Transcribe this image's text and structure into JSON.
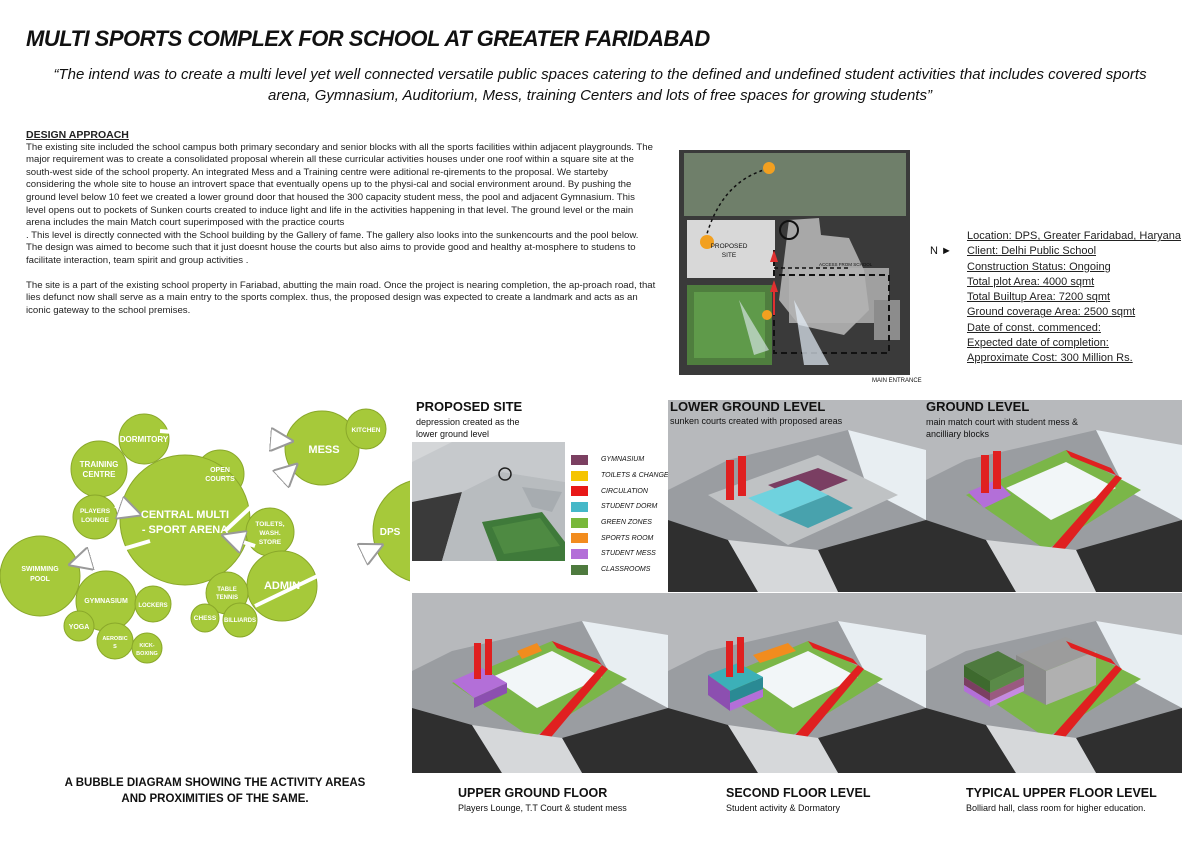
{
  "page": {
    "title": "MULTI SPORTS COMPLEX  FOR SCHOOL AT GREATER FARIDABAD",
    "quote_line1": "“The intend was to create a multi level yet well connected versatile public spaces catering to the defined and undefined student  activities that includes covered sports",
    "quote_line2": "arena, Gymnasium, Auditorium, Mess, training Centers and lots of free spaces for  growing students”"
  },
  "design_approach": {
    "heading": "DESIGN APPROACH",
    "para1": "The existing site included the school campus both primary secondary and senior blocks with all the sports facilities within adjacent playgrounds. The major requirement was to create a consolidated proposal wherein all these curricular activities houses under one roof within a square site at the south-west side of the school property. An integrated Mess and a Training centre were aditional re-qirements to the proposal. We starteby considering the whole site to house an introvert space that eventually opens up to the physi-cal and social environment around. By pushing the ground level below 10 feet we created a lower ground door that housed the 300 capacity student mess, the pool and adjacent Gymnasium. This level opens out to pockets of Sunken courts created to induce light and life in the activities happening in that level. The ground level or the main arena includes the main Match court superimposed with the practice courts",
    "para2": ". This level is directly connected with the School building by the Gallery of fame. The gallery also looks into the sunkencourts and the pool below. The design was aimed to become such that it just doesnt house the courts but also aims to provide good and healthy at-mosphere to studens to facilitate interaction, team spirit and group activities .",
    "para3": "The site is a part of the existing school property in Fariabad, abutting the main road. Once the project is nearing completion, the ap-proach road, that lies defunct now shall serve as a main entry to the sports complex. thus, the proposed design was expected to create a landmark and acts as an iconic gateway to the school premises."
  },
  "site_plan": {
    "proposed_site_line1": "PROPOSED",
    "proposed_site_line2": "SITE",
    "access_label": "ACCESS FROM SCHOOL",
    "north_label": "N ►",
    "main_entrance": "MAIN ENTRANCE"
  },
  "project_info": [
    "Location: DPS, Greater Faridabad, Haryana",
    "Client: Delhi Public School",
    "Construction Status: Ongoing",
    "Total plot Area: 4000 sqmt",
    "Total Builtup Area: 7200 sqmt",
    "Ground coverage Area: 2500 sqmt",
    "Date of const. commenced:",
    "Expected date of completion:",
    "Approximate Cost: 300 Million Rs."
  ],
  "bubble_diagram": {
    "caption_line1": "A BUBBLE DIAGRAM SHOWING THE ACTIVITY AREAS",
    "caption_line2": "AND PROXIMITIES OF THE SAME.",
    "bubbles": {
      "dormitory": "DORMITORY",
      "training1": "TRAINING",
      "training2": "CENTRE",
      "players1": "PLAYERS",
      "players2": "LOUNGE",
      "open1": "OPEN",
      "open2": "COURTS",
      "central1": "CENTRAL MULTI",
      "central2": "- SPORT ARENA",
      "mess": "MESS",
      "kitchen": "KITCHEN",
      "dps": "DPS",
      "toilets1": "TOILETS,",
      "toilets2": "WASH.",
      "toilets3": "STORE",
      "admin": "ADMIN",
      "swimming1": "SWIMMING",
      "swimming2": "POOL",
      "gymnasium": "GYMNASIUM",
      "lockers": "LOCKERS",
      "table1": "TABLE",
      "table2": "TENNIS",
      "chess": "CHESS",
      "billiards": "BILLIARDS",
      "yoga": "YOGA",
      "aerobics1": "AEROBIC",
      "aerobics2": "S",
      "kick1": "KICK-",
      "kick2": "BOXING"
    }
  },
  "legend": [
    {
      "label": "GYMNASIUM",
      "color": "#7b3f61"
    },
    {
      "label": "TOILETS & CHANGE",
      "color": "#f5c400"
    },
    {
      "label": "CIRCULATION",
      "color": "#e81818"
    },
    {
      "label": "STUDENT DORM",
      "color": "#45b8c8"
    },
    {
      "label": "GREEN ZONES",
      "color": "#78b83a"
    },
    {
      "label": "SPORTS ROOM",
      "color": "#f28c1e"
    },
    {
      "label": "STUDENT MESS",
      "color": "#b36fd8"
    },
    {
      "label": "CLASSROOMS",
      "color": "#4e7a3e"
    }
  ],
  "panels": {
    "proposed_site": {
      "title": "PROPOSED SITE",
      "sub1": "depression created as the",
      "sub2": "lower ground level"
    },
    "lower_ground": {
      "title": "LOWER GROUND LEVEL",
      "sub1": "sunken courts created with proposed areas"
    },
    "ground": {
      "title": "GROUND LEVEL",
      "sub1": "main match court with student mess &",
      "sub2": "ancilliary blocks"
    },
    "upper_ground": {
      "title": "UPPER GROUND FLOOR",
      "sub1": "Players Lounge, T.T Court & student mess"
    },
    "second_floor": {
      "title": "SECOND FLOOR  LEVEL",
      "sub1": "Student activity & Dormatory"
    },
    "typical_upper": {
      "title": "TYPICAL UPPER FLOOR LEVEL",
      "sub1": "Bolliard hall, class room for higher education."
    }
  }
}
